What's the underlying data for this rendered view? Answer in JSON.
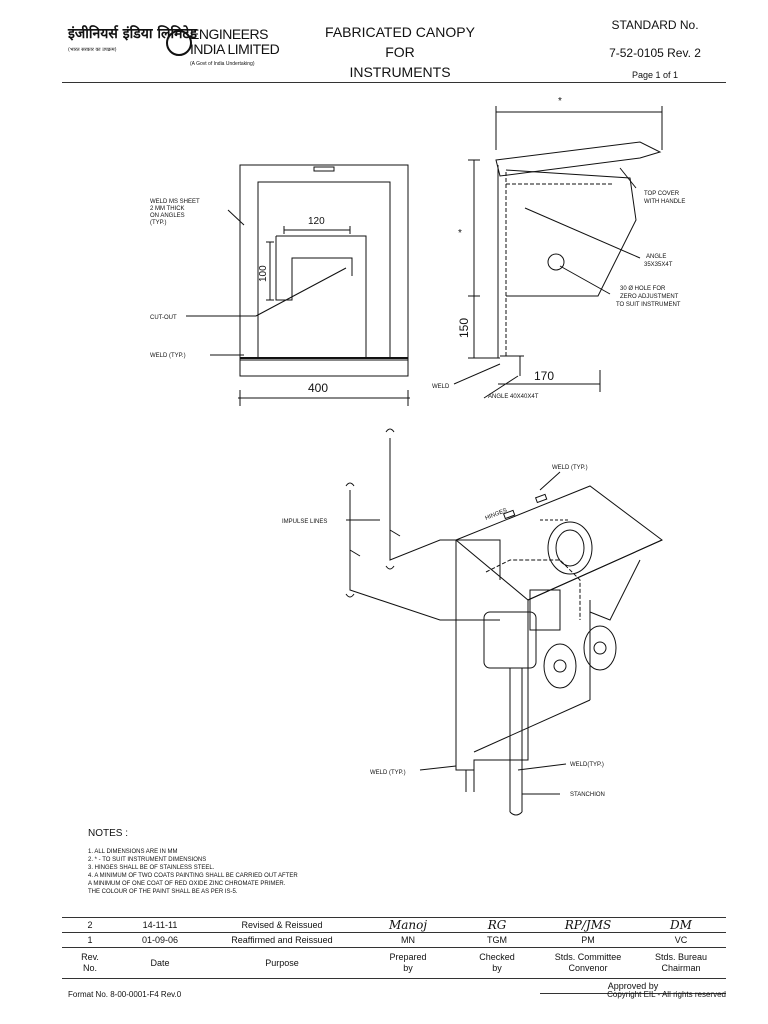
{
  "header": {
    "logo_hindi": "इंजीनियर्स इंडिया लिमिटेड",
    "logo_hindi_sub": "(भारत सरकार का उपक्रम)",
    "logo_english_1": "ENGINEERS",
    "logo_english_2": "INDIA LIMITED",
    "logo_english_sub": "(A Govt of India Undertaking)",
    "title_line1": "FABRICATED CANOPY",
    "title_line2": "FOR",
    "title_line3": "INSTRUMENTS",
    "standard_label": "STANDARD No.",
    "standard_no": "7-52-0105  Rev. 2",
    "page": "Page 1 of 1"
  },
  "drawing": {
    "weld_ms_sheet": [
      "WELD MS SHEET",
      "2 mm THICK",
      "ON ANGLES",
      "(TYP.)"
    ],
    "dim_120": "120",
    "dim_100": "100",
    "cut_out": "CUT-OUT",
    "weld_typ": "WELD (TYP.)",
    "dim_400": "400",
    "star": "*",
    "top_cover": [
      "TOP COVER",
      "WITH HANDLE"
    ],
    "angle": [
      "ANGLE",
      "35X35X4t"
    ],
    "hole": [
      "30 Ø HOLE FOR",
      "ZERO ADJUSTMENT",
      "TO SUIT INSTRUMENT"
    ],
    "dim_150": "150",
    "dim_170": "170",
    "weld": "WELD",
    "angle_40": "ANGLE 40X40X4t",
    "weld_typ_iso": "WELD (TYP.)",
    "hinges": "HINGES",
    "impulse_lines": "IMPULSE LINES",
    "weld_typ_left": "WELD (TYP.)",
    "weld_typ_right": "WELD(TYP.)",
    "stanchion": "STANCHION"
  },
  "notes": {
    "title": "NOTES :",
    "items": [
      "1.  ALL DIMENSIONS ARE IN mm",
      "2.  * - TO SUIT INSTRUMENT DIMENSIONS",
      "3.  HINGES SHALL BE OF STAINLESS STEEL.",
      "4.  A MINIMUM OF TWO COATS PAINTING SHALL BE CARRIED OUT AFTER",
      "     A MINIMUM OF ONE COAT OF RED OXIDE ZINC CHROMATE PRIMER.",
      "     THE COLOUR OF THE PAINT SHALL BE AS PER IS-5."
    ]
  },
  "revisions": [
    {
      "rev": "2",
      "date": "14-11-11",
      "purpose": "Revised & Reissued",
      "prepared": "Manoj",
      "checked": "RG",
      "convenor": "RP/JMS",
      "chairman": "DM"
    },
    {
      "rev": "1",
      "date": "01-09-06",
      "purpose": "Reaffirmed and Reissued",
      "prepared": "MN",
      "checked": "TGM",
      "convenor": "PM",
      "chairman": "VC"
    }
  ],
  "revision_headers": {
    "rev": "Rev.",
    "no": "No.",
    "date": "Date",
    "purpose": "Purpose",
    "prepared": "Prepared",
    "prepared_by": "by",
    "checked": "Checked",
    "checked_by": "by",
    "convenor1": "Stds. Committee",
    "convenor2": "Convenor",
    "chairman1": "Stds. Bureau",
    "chairman2": "Chairman",
    "approved_by": "Approved by"
  },
  "footer": {
    "format": "Format No. 8-00-0001-F4 Rev.0",
    "copyright": "Copyright EIL - All rights reserved"
  }
}
